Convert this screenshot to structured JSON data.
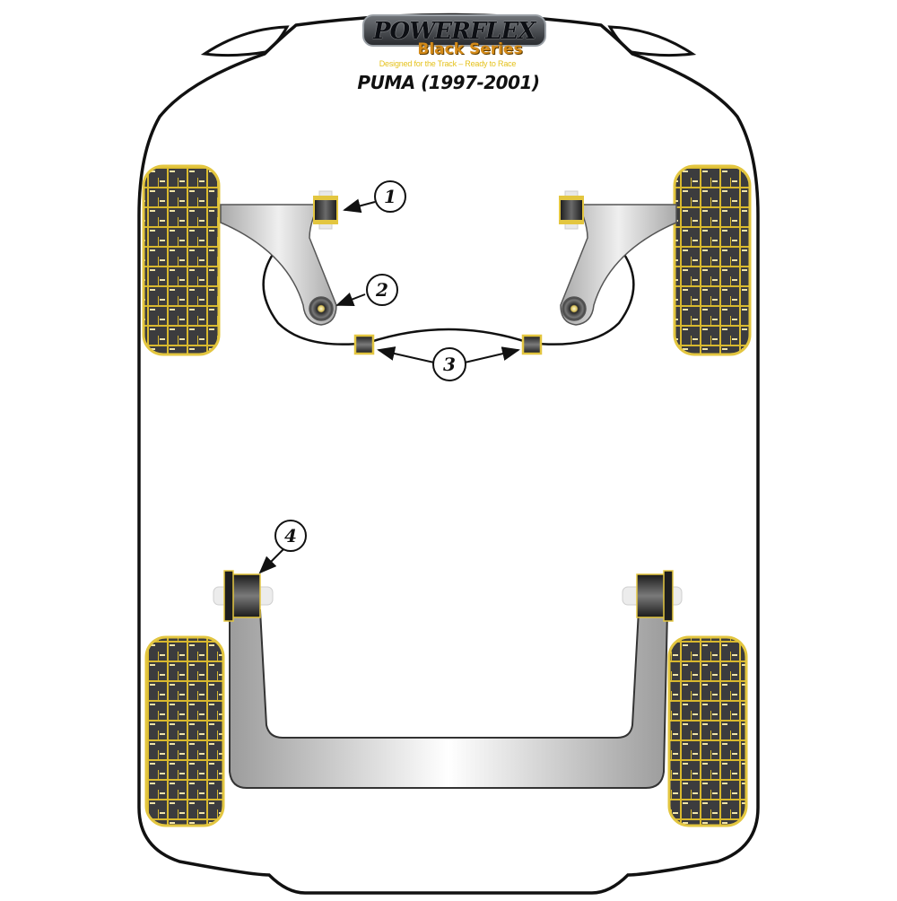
{
  "header": {
    "brand": "POWERFLEX",
    "series": "Black Series",
    "tagline": "Designed for the Track – Ready to Race",
    "model_title": "PUMA (1997-2001)"
  },
  "colors": {
    "outline": "#111111",
    "tyre_fill": "#3c3c3e",
    "tyre_tread": "#e2c23a",
    "bush_yellow": "#e8c93a",
    "arm_grey": "#c8c8c8",
    "background": "#ffffff"
  },
  "callouts": [
    {
      "id": 1,
      "label": "1",
      "part": "front-wishbone-front-bush"
    },
    {
      "id": 2,
      "label": "2",
      "part": "front-wishbone-rear-bush"
    },
    {
      "id": 3,
      "label": "3",
      "part": "front-anti-roll-bar-bush"
    },
    {
      "id": 4,
      "label": "4",
      "part": "rear-beam-mount-bush"
    }
  ],
  "components": {
    "wheels": [
      "front-left",
      "front-right",
      "rear-left",
      "rear-right"
    ],
    "arms": [
      "front-left-wishbone",
      "front-right-wishbone",
      "rear-twist-beam"
    ],
    "bar": "front-anti-roll-bar"
  }
}
